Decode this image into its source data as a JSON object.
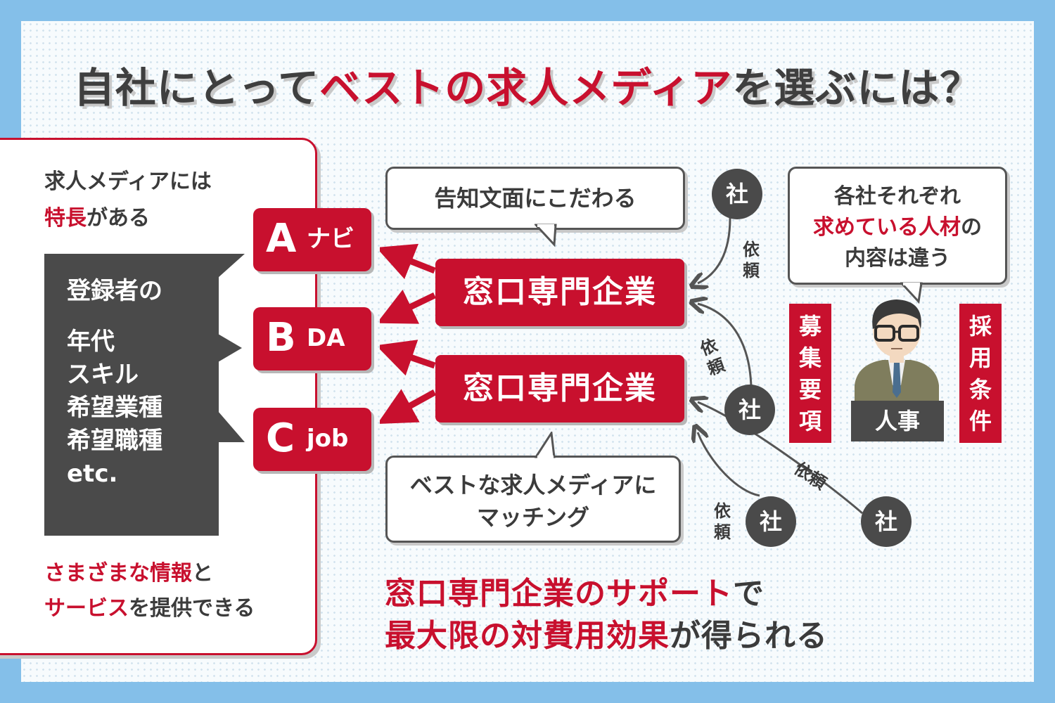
{
  "title": {
    "pre": "自社にとって",
    "highlight": "ベストの求人メディア",
    "post": "を選ぶには？"
  },
  "left_panel": {
    "intro_line1": "求人メディアには",
    "intro_highlight": "特長",
    "intro_rest": "がある",
    "registrant_heading": "登録者の",
    "registrant_items": [
      "年代",
      "スキル",
      "希望業種",
      "希望職種",
      "etc."
    ],
    "footer_highlight1": "さまざまな情報",
    "footer_rest1": "と",
    "footer_highlight2": "サービス",
    "footer_rest2": "を提供できる"
  },
  "media": [
    {
      "letter": "A",
      "name": "ナビ"
    },
    {
      "letter": "B",
      "name": "DA"
    },
    {
      "letter": "C",
      "name": "job"
    }
  ],
  "agencies": [
    "窓口専門企業",
    "窓口専門企業"
  ],
  "bubble_top": "告知文面にこだわる",
  "bubble_bottom": [
    "ベストな求人メディアに",
    "マッチング"
  ],
  "companies": [
    "社",
    "社",
    "社",
    "社"
  ],
  "request_label": "依頼",
  "hr_bubble": {
    "line1": "各社それぞれ",
    "highlight": "求めている人材",
    "line2_rest": "の",
    "line3": "内容は違う"
  },
  "hr_person_label": "人事",
  "vertical_tags": [
    "募集要項",
    "採用条件"
  ],
  "bottom_message": {
    "line1_highlight": "窓口専門企業のサポート",
    "line1_rest": "で",
    "line2_highlight": "最大限の対費用効果",
    "line2_rest": "が得られる"
  },
  "colors": {
    "accent": "#c8102e",
    "dark": "#4a4a4a",
    "frame": "#84bfe9"
  }
}
